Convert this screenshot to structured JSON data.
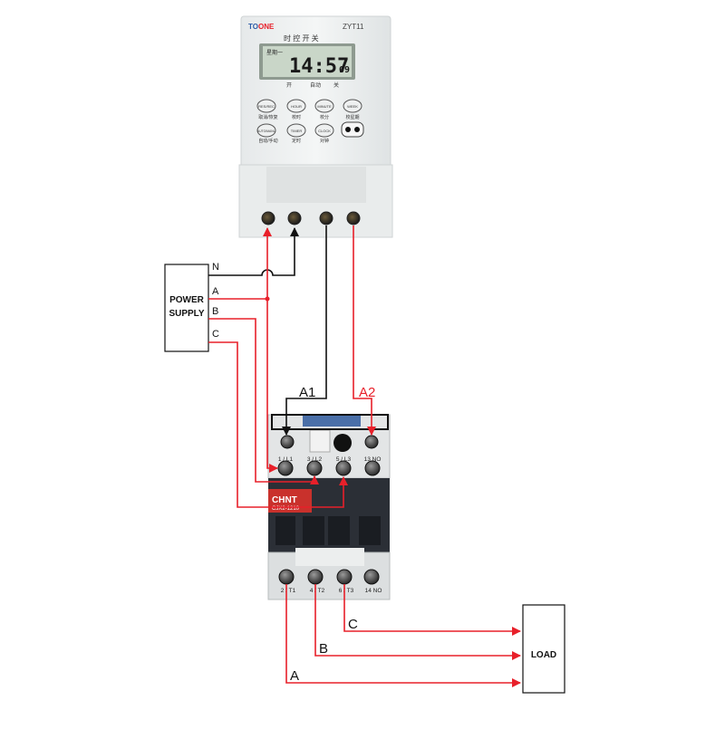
{
  "timer": {
    "brand_prefix": "TO",
    "brand_suffix": "ONE",
    "model": "ZYT11",
    "title_cn": "时 控 开 关",
    "lcd": {
      "weekday": "星期一",
      "time": "14:57",
      "seconds": "09",
      "status_on": "开",
      "status_mode": "自动",
      "status_off": "关"
    },
    "buttons": [
      {
        "label": "RES/REC",
        "caption": "取消/恢复"
      },
      {
        "label": "HOUR",
        "caption": "校时"
      },
      {
        "label": "MINUTE",
        "caption": "校分"
      },
      {
        "label": "WEEK",
        "caption": "校星期"
      },
      {
        "label": "AUTO/MANU",
        "caption": "自动/手动"
      },
      {
        "label": "TIMER",
        "caption": "定时"
      },
      {
        "label": "CLOCK",
        "caption": "对钟"
      }
    ]
  },
  "power_supply": {
    "label_line1": "POWER",
    "label_line2": "SUPPLY",
    "lines": [
      "N",
      "A",
      "B",
      "C"
    ]
  },
  "coil_labels": {
    "a1": "A1",
    "a2": "A2"
  },
  "contactor": {
    "brand": "CHNT",
    "model": "CJX2-1210",
    "top_terminals": [
      "1 / L1",
      "3 / L2",
      "5 / L3",
      "13 NO"
    ],
    "bottom_terminals": [
      "2 / T1",
      "4 / T2",
      "6 / T3",
      "14 NO"
    ]
  },
  "load": {
    "label": "LOAD",
    "phase_labels": [
      "C",
      "B",
      "A"
    ]
  },
  "colors": {
    "red_wire": "#e8202a",
    "black_wire": "#111111",
    "lcd_bg": "#c9d6c8",
    "contactor_body": "#2b2f36"
  }
}
